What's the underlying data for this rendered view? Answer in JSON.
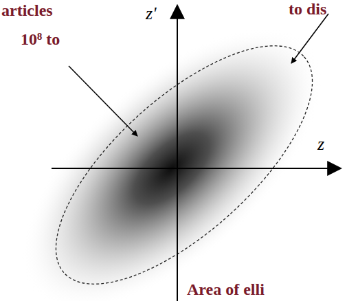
{
  "diagram": {
    "labels": [
      "articles",
      "10⁸ to",
      "to dis",
      "z'",
      "z",
      "Area of elli"
    ]
  }
}
